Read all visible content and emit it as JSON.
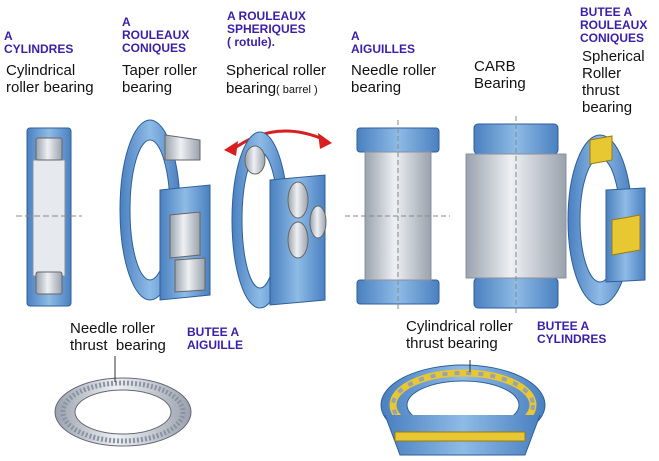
{
  "french": {
    "cylindrical": "A\nCYLINDRES",
    "taper": "A\nROULEAUX\nCONIQUES",
    "spherical": "A ROULEAUX\nSPHERIQUES\n( rotule).",
    "needle": "A\nAIGUILLES",
    "spherical_thrust": "BUTEE A\nROULEAUX\nCONIQUES",
    "needle_thrust": "BUTEE A\nAIGUILLE",
    "cylindrical_thrust": "BUTEE A\nCYLINDRES"
  },
  "english": {
    "cylindrical": "Cylindrical\nroller bearing",
    "taper": "Taper roller\nbearing",
    "spherical_line1": "Spherical roller",
    "spherical_line2": "bearing",
    "spherical_note": "( barrel )",
    "needle": "Needle roller\nbearing",
    "carb": "CARB\nBearing",
    "spherical_thrust": "Spherical\nRoller\nthrust\nbearing",
    "needle_thrust": "Needle roller\nthrust  bearing",
    "cylindrical_thrust": "Cylindrical roller\nthrust bearing"
  },
  "colors": {
    "bearing_blue": "#6fa3d8",
    "bearing_dark": "#2f5f9a",
    "steel": "#c9ced6",
    "cage_yellow": "#e8c832",
    "arrow_red": "#d81e1e",
    "french_text": "#3a1fa8"
  }
}
